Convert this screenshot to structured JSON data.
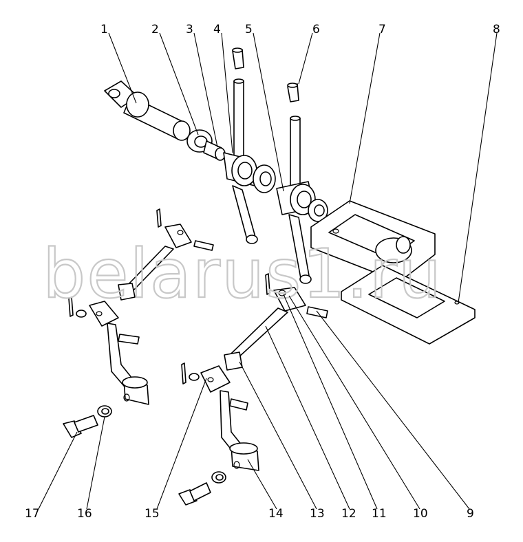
{
  "watermark": "belarus1.ru",
  "callouts": {
    "c1": "1",
    "c2": "2",
    "c3": "3",
    "c4": "4",
    "c5": "5",
    "c6": "6",
    "c7": "7",
    "c8": "8",
    "c9": "9",
    "c10": "10",
    "c11": "11",
    "c12": "12",
    "c13": "13",
    "c14": "14",
    "c15": "15",
    "c16": "16",
    "c17": "17"
  }
}
